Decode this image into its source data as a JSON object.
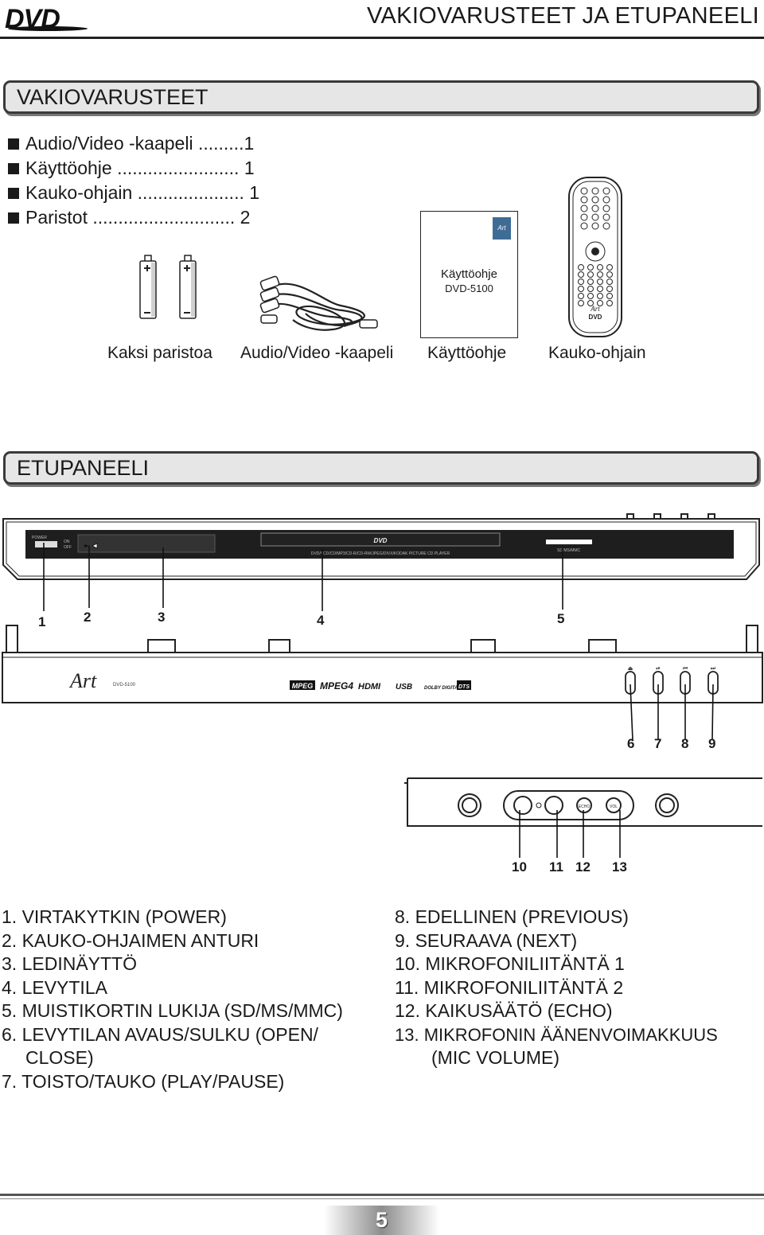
{
  "header": {
    "logo_text": "DVD",
    "title": "VAKIOVARUSTEET JA ETUPANEELI"
  },
  "section_accessories": {
    "heading": "VAKIOVARUSTEET",
    "items": [
      "Audio/Video -kaapeli .........1",
      "Käyttöohje ........................ 1",
      "Kauko-ohjain ..................... 1",
      "Paristot ............................ 2"
    ],
    "captions": [
      "Kaksi paristoa",
      "Audio/Video -kaapeli",
      "Käyttöohje",
      "Kauko-ohjain"
    ],
    "manual": {
      "logo": "Art",
      "title": "Käyttöohje",
      "model": "DVD-5100"
    }
  },
  "section_panel": {
    "heading": "ETUPANEELI",
    "top_view": {
      "power_label": "POWER",
      "on_label": "ON",
      "off_label": "OFF",
      "tray_logo": "DVD",
      "tray_formats": "DVD/VCD/CD/MP3/CD-R/CD-RW/JPEG/DIVX/KODAK PICTURE CD PLAYER",
      "card_label": "SD/MS/MMC",
      "numbers": [
        "1",
        "2",
        "3",
        "4",
        "5"
      ]
    },
    "front_view": {
      "brand": "Art",
      "model": "DVD-5100",
      "badges": [
        "MPEG",
        "MPEG4",
        "HDMI",
        "USB",
        "DOLBY DIGITAL",
        "DTS"
      ],
      "numbers": [
        "6",
        "7",
        "8",
        "9"
      ]
    },
    "mic_view": {
      "echo_label": "ECHO",
      "vol_label": "VOL",
      "numbers": [
        "10",
        "11",
        "12",
        "13"
      ]
    }
  },
  "features_left": [
    "1. VIRTAKYTKIN (POWER)",
    "2. KAUKO-OHJAIMEN ANTURI",
    "3. LEDINÄYTTÖ",
    "4. LEVYTILA",
    "5. MUISTIKORTIN LUKIJA (SD/MS/MMC)",
    "6. LEVYTILAN AVAUS/SULKU (OPEN/",
    "CLOSE)",
    "7. TOISTO/TAUKO (PLAY/PAUSE)"
  ],
  "features_right": [
    "8.  EDELLINEN (PREVIOUS)",
    "9.  SEURAAVA (NEXT)",
    "10. MIKROFONILIITÄNTÄ 1",
    "11. MIKROFONILIITÄNTÄ 2",
    "12. KAIKUSÄÄTÖ (ECHO)",
    "13. MIKROFONIN ÄÄNENVOIMAKKUUS",
    "(MIC VOLUME)"
  ],
  "footer": {
    "page_number": "5"
  }
}
